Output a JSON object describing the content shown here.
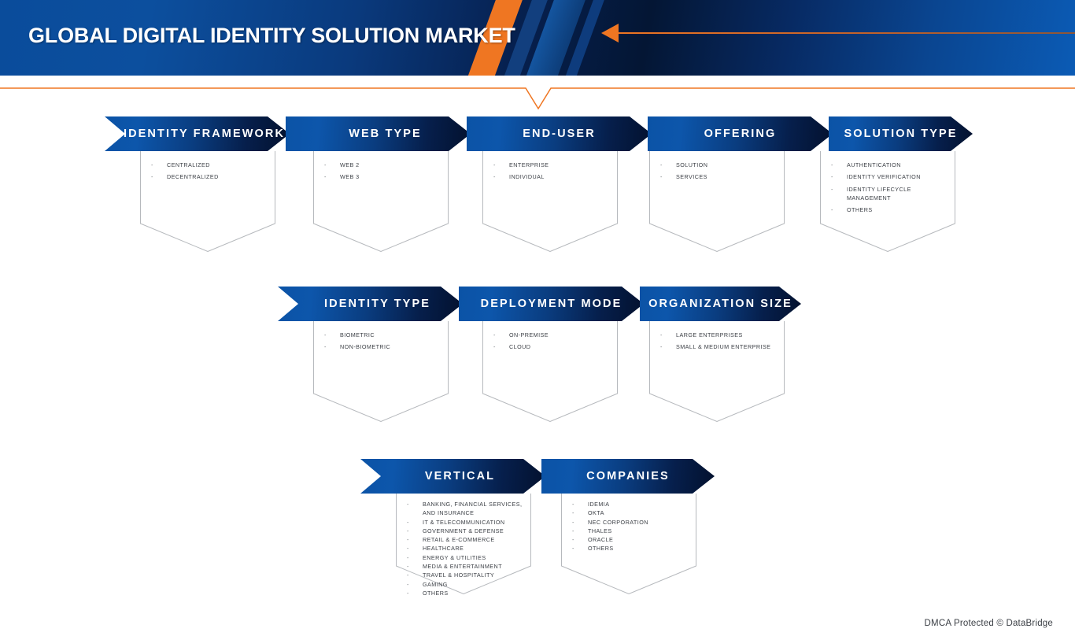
{
  "header": {
    "title": "GLOBAL DIGITAL IDENTITY SOLUTION MARKET",
    "accent_orange": "#ef7622",
    "bg_dark": "#03112e",
    "bg_blue": "#0b53a6",
    "arrow_icon": "left-arrow-icon"
  },
  "divider": {
    "color": "#ef7622"
  },
  "segments": [
    {
      "id": "identity-framework",
      "label": "IDENTITY FRAMEWORK",
      "items": [
        "CENTRALIZED",
        "DECENTRALIZED"
      ]
    },
    {
      "id": "web-type",
      "label": "WEB TYPE",
      "items": [
        "WEB 2",
        "WEB 3"
      ]
    },
    {
      "id": "end-user",
      "label": "END-USER",
      "items": [
        "ENTERPRISE",
        "INDIVIDUAL"
      ]
    },
    {
      "id": "offering",
      "label": "OFFERING",
      "items": [
        "SOLUTION",
        "SERVICES"
      ]
    },
    {
      "id": "solution-type",
      "label": "SOLUTION TYPE",
      "items": [
        "AUTHENTICATION",
        "IDENTITY VERIFICATION",
        "IDENTITY LIFECYCLE MANAGEMENT",
        "OTHERS"
      ]
    },
    {
      "id": "identity-type",
      "label": "IDENTITY TYPE",
      "items": [
        "BIOMETRIC",
        "NON-BIOMETRIC"
      ]
    },
    {
      "id": "deployment-mode",
      "label": "DEPLOYMENT MODE",
      "items": [
        "ON-PREMISE",
        "CLOUD"
      ]
    },
    {
      "id": "organization-size",
      "label": "ORGANIZATION SIZE",
      "items": [
        "LARGE ENTERPRISES",
        "SMALL & MEDIUM ENTERPRISE"
      ]
    },
    {
      "id": "vertical",
      "label": "VERTICAL",
      "items": [
        "BANKING, FINANCIAL SERVICES, AND INSURANCE",
        "IT & TELECOMMUNICATION",
        "GOVERNMENT & DEFENSE",
        "RETAIL & E-COMMERCE",
        "HEALTHCARE",
        "ENERGY & UTILITIES",
        "MEDIA & ENTERTAINMENT",
        "TRAVEL & HOSPITALITY",
        "GAMING",
        "OTHERS"
      ]
    },
    {
      "id": "companies",
      "label": "COMPANIES",
      "items": [
        "IDEMIA",
        "OKTA",
        "NEC CORPORATION",
        "THALES",
        "ORACLE",
        "OTHERS"
      ]
    }
  ],
  "bullet_dash": "-",
  "footer": {
    "text": "DMCA Protected © DataBridge"
  }
}
